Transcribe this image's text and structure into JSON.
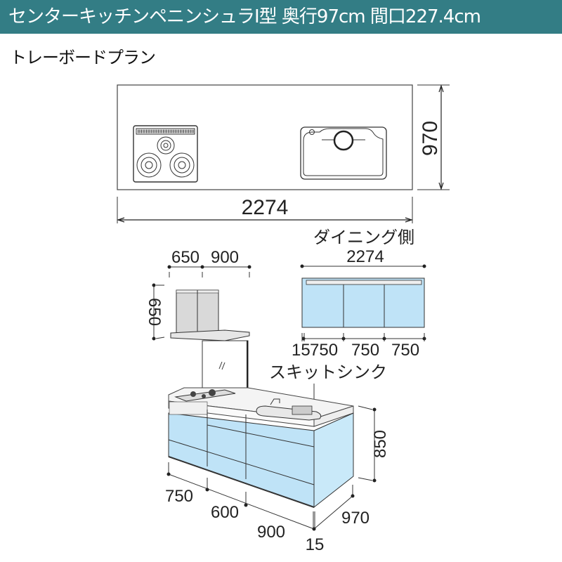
{
  "header": {
    "title": "センターキッチンペニンシュラI型 奥行97cm 間口227.4cm"
  },
  "subtitle": "トレーボードプラン",
  "colors": {
    "header_bg": "#337d85",
    "cabinet_door": "#bfe3f7"
  },
  "plan_view": {
    "width_label": "2274",
    "depth_label": "970"
  },
  "hood": {
    "width_labels": [
      "650",
      "900"
    ],
    "height_label": "650"
  },
  "dining_side": {
    "title": "ダイニング側",
    "width_label": "2274",
    "segment_labels": [
      "15",
      "750",
      "750",
      "750"
    ]
  },
  "sink_label": "スキットシンク",
  "front_view": {
    "height_label": "850",
    "segment_labels": [
      "750",
      "600",
      "900",
      "15"
    ],
    "depth_label": "970"
  }
}
